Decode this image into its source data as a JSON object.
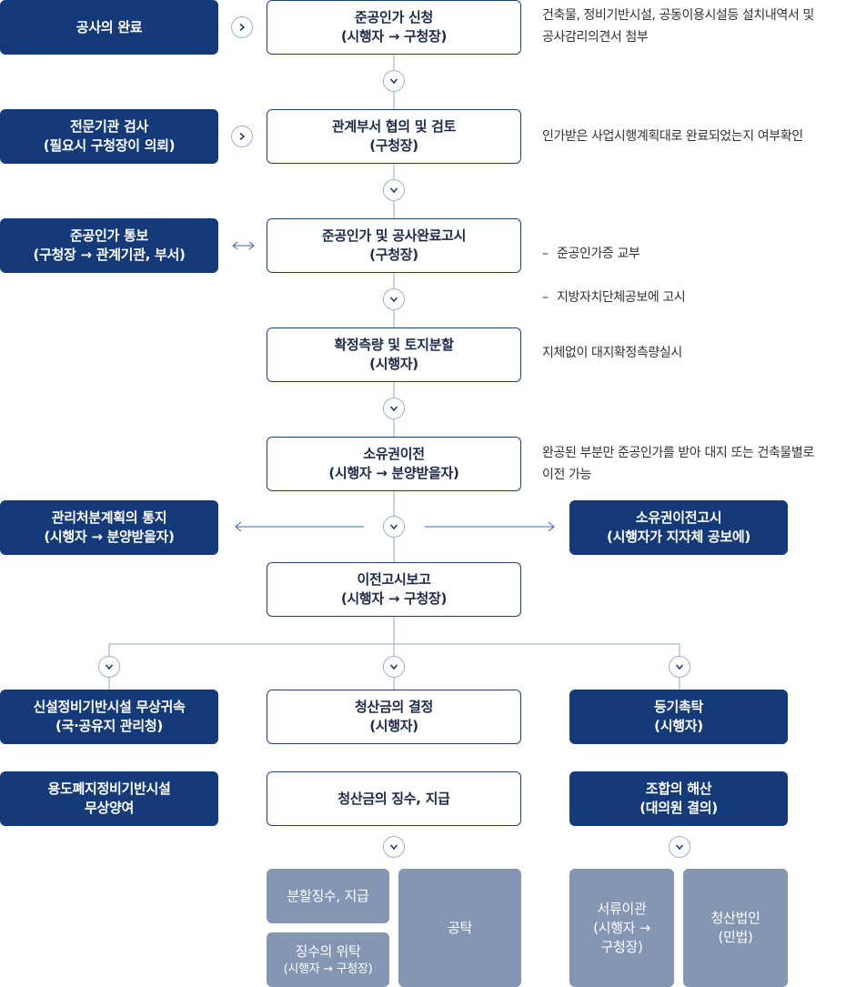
{
  "left": {
    "completion": "공사의 완료",
    "inspection": "전문기관 검사\n(필요시 구청장이 의뢰)",
    "notice": "준공인가 통보\n(구청장 → 관계기관, 부서)",
    "mgmt_notice": "관리처분계획의 통지\n(시행자 → 분양받을자)",
    "new_facility": "신설정비기반시설 무상귀속\n(국·공유지 관리청)",
    "abolished_facility": "용도폐지정비기반시설\n무상양여"
  },
  "center": {
    "step1": "준공인가 신청\n(시행자 → 구청장)",
    "step2": "관계부서 협의 및 검토\n(구청장)",
    "step3": "준공인가 및 공사완료고시\n(구청장)",
    "step4": "확정측량 및 토지분할\n(시행자)",
    "step5": "소유권이전\n(시행자 → 분양받을자)",
    "step6": "이전고시보고\n(시행자 → 구청장)",
    "settle_decision": "청산금의 결정\n(시행자)",
    "settle_collect": "청산금의 징수, 지급",
    "installment": "분할징수, 지급",
    "entrust": "징수의 위탁",
    "entrust_sub": "(시행자 → 구청장)",
    "deposit": "공탁"
  },
  "right": {
    "transfer_notice": "소유권이전고시\n(시행자가 지자체 공보에)",
    "registration": "등기촉탁\n(시행자)",
    "dissolution": "조합의 해산\n(대의원 결의)",
    "doc_transfer": "서류이관\n(시행자 →\n구청장)",
    "liquidation": "청산법인\n(민법)"
  },
  "notes": {
    "n1": "건축물, 정비기반시설, 공동이용시설등 설치내역서 및\n공사감리의견서 첨부",
    "n2": "인가받은 사업시행계획대로 완료되었는지 여부확인",
    "n3a": "준공인가증 교부",
    "n3b": "지방자치단체공보에 고시",
    "n4": "지체없이 대지확정측량실시",
    "n5": "완공된 부분만 준공인가를 받아 대지 또는 건축물별로\n이전 가능"
  },
  "colors": {
    "dark": "#143a7a",
    "grey": "#8496b4",
    "line": "#1d3f7d"
  }
}
